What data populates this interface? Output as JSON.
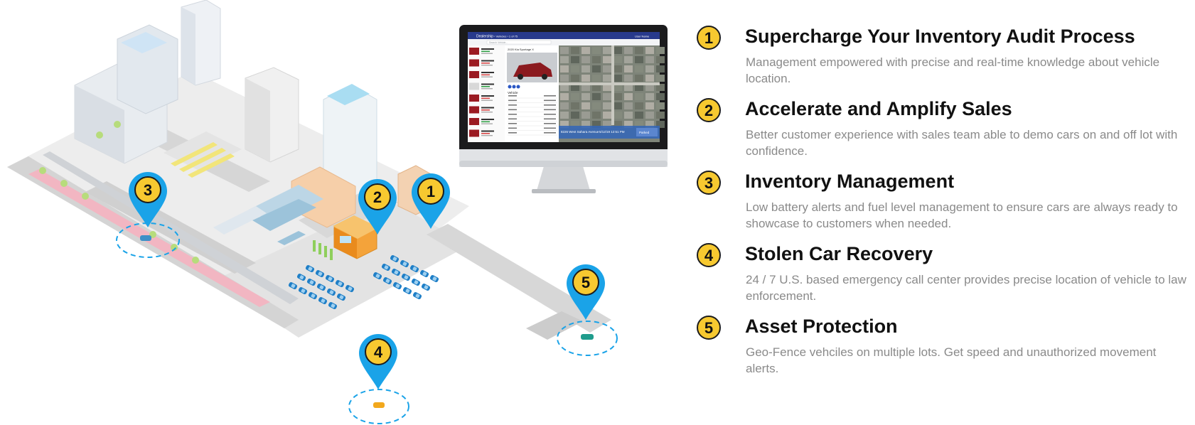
{
  "illustration": {
    "pins": [
      {
        "number": "1"
      },
      {
        "number": "2"
      },
      {
        "number": "3"
      },
      {
        "number": "4"
      },
      {
        "number": "5"
      }
    ],
    "monitor": {
      "app_name": "Dealership",
      "breadcrumb": "› Vehicles › 1 of 75",
      "user": "User Name",
      "search_placeholder": "Search Vehicle...",
      "vehicle_title": "2020 Kia Sportage X",
      "vehicle_section": "Vehicle",
      "address": "8226 West Sahara Avenue",
      "timestamp": "5/12/19 12:51 PM",
      "status": "Parked"
    },
    "colors": {
      "pin": "#1aa3e8",
      "badge": "#f7c930",
      "car": "#1f7fc7",
      "building_orange": "#f6cfa9",
      "road": "#cfcfcf"
    }
  },
  "features": [
    {
      "number": "1",
      "title": "Supercharge Your Inventory Audit Process",
      "description": "Management empowered with precise and real-time knowledge about vehicle location."
    },
    {
      "number": "2",
      "title": "Accelerate and Amplify Sales",
      "description": "Better customer experience with sales team able to demo cars on and off lot with confidence."
    },
    {
      "number": "3",
      "title": "Inventory Management",
      "description": "Low battery alerts and fuel level management to ensure cars are always ready to showcase to customers when needed."
    },
    {
      "number": "4",
      "title": "Stolen Car Recovery",
      "description": "24 / 7 U.S. based emergency call center provides precise location of vehicle to law enforcement."
    },
    {
      "number": "5",
      "title": "Asset Protection",
      "description": "Geo-Fence vehciles on multiple lots. Get speed and unauthorized movement alerts."
    }
  ]
}
